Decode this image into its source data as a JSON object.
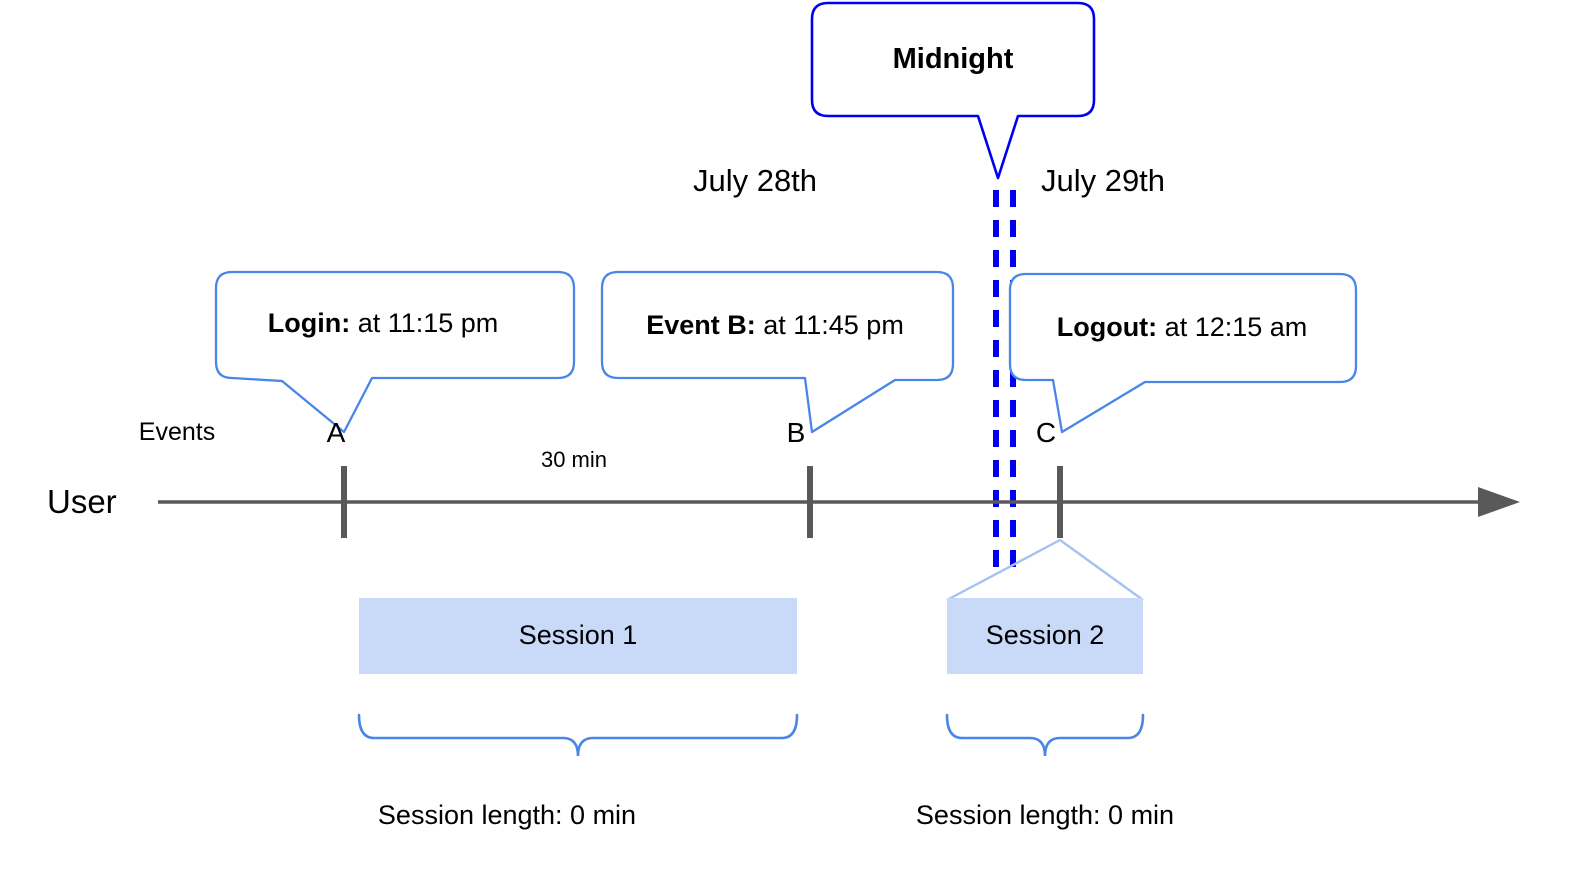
{
  "diagram": {
    "title": "User session timeline across midnight",
    "colors": {
      "callout_border": "#4A86E8",
      "midnight_border": "#0000EE",
      "midnight_dash": "#0000EE",
      "session_fill": "#C9DAF8",
      "session_connector": "#A4C2F4",
      "brace": "#4A86E8",
      "axis": "#595959",
      "tick": "#595959",
      "text": "#000000"
    },
    "midnight_callout": {
      "label": "Midnight"
    },
    "date_labels": [
      {
        "name": "date-label-left",
        "text": "July 28th"
      },
      {
        "name": "date-label-right",
        "text": "July 29th"
      }
    ],
    "event_callouts": [
      {
        "name": "callout-login",
        "bold": "Login:",
        "rest": " at 11:15 pm"
      },
      {
        "name": "callout-event-b",
        "bold": "Event B:",
        "rest": " at 11:45 pm"
      },
      {
        "name": "callout-logout",
        "bold": "Logout:",
        "rest": " at 12:15 am"
      }
    ],
    "axis": {
      "row_label": "User",
      "events_label": "Events",
      "duration_label": "30 min"
    },
    "events": [
      {
        "name": "event-tick-a",
        "letter": "A"
      },
      {
        "name": "event-tick-b",
        "letter": "B"
      },
      {
        "name": "event-tick-c",
        "letter": "C"
      }
    ],
    "sessions": [
      {
        "name": "session-1",
        "label": "Session 1",
        "length_label": "Session length: 0 min"
      },
      {
        "name": "session-2",
        "label": "Session 2",
        "length_label": "Session length: 0 min"
      }
    ]
  }
}
